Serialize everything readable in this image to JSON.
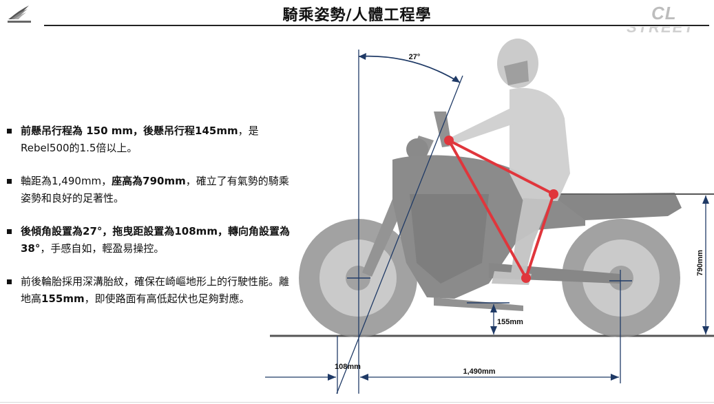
{
  "header": {
    "title": "騎乘姿勢/人體工程學",
    "brand": "CL",
    "brand_sub": "STREET"
  },
  "bullets": [
    {
      "parts": [
        {
          "text": "前懸吊行程為 150 mm，後懸吊行程145mm",
          "bold": true
        },
        {
          "text": "，是 Rebel500的1.5倍以上。",
          "bold": false
        }
      ]
    },
    {
      "parts": [
        {
          "text": "軸距為1,490mm，",
          "bold": false
        },
        {
          "text": "座高為790mm",
          "bold": true
        },
        {
          "text": "，確立了有氣勢的騎乘姿勢和良好的足著性。",
          "bold": false
        }
      ]
    },
    {
      "parts": [
        {
          "text": "後傾角設置為27°，拖曳距設置為108mm，轉向角設置為38°",
          "bold": true
        },
        {
          "text": "，手感自如，輕盈易操控。",
          "bold": false
        }
      ]
    },
    {
      "parts": [
        {
          "text": "前後輪胎採用深溝胎紋，確保在崎嶇地形上的行駛性能。離地高",
          "bold": false
        },
        {
          "text": "155mm",
          "bold": true
        },
        {
          "text": "，即使路面有高低起伏也足夠對應。",
          "bold": false
        }
      ]
    }
  ],
  "diagram": {
    "rake_angle": "27°",
    "seat_height": "790mm",
    "ground_clearance": "155mm",
    "trail": "108mm",
    "wheelbase": "1,490mm",
    "triangle_color": "#e0363c"
  }
}
